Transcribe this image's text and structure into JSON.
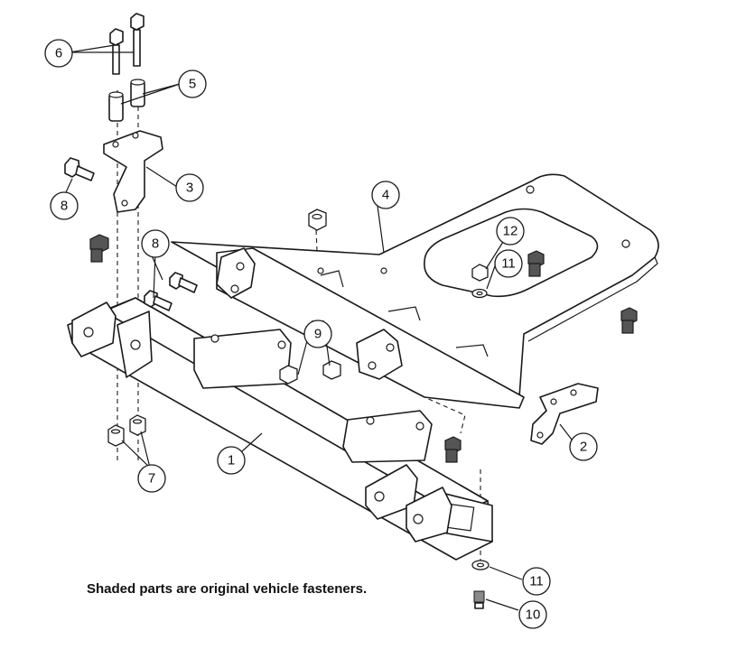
{
  "note": "Shaded parts are original vehicle fasteners.",
  "callouts": {
    "c1": "1",
    "c2": "2",
    "c3": "3",
    "c4": "4",
    "c5": "5",
    "c6": "6",
    "c7": "7",
    "c8a": "8",
    "c8b": "8",
    "c9": "9",
    "c10": "10",
    "c11a": "11",
    "c11b": "11",
    "c12": "12"
  },
  "colors": {
    "line": "#1a1a1a",
    "shaded": "#555555",
    "background": "#ffffff"
  }
}
